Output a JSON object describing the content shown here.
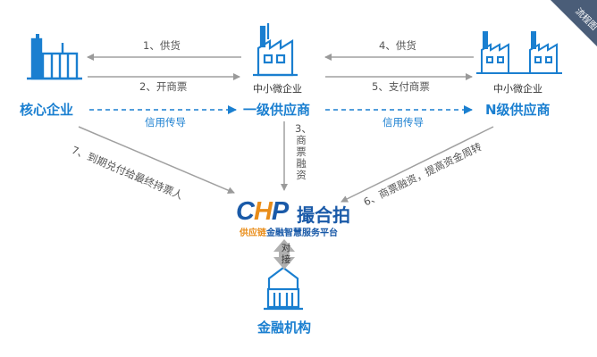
{
  "corner_tag": "流程图",
  "nodes": {
    "core": "核心企业",
    "tier1_small": "中小微企业",
    "tier1": "一级供应商",
    "tierN_small": "中小微企业",
    "tierN": "N级供应商",
    "bank": "金融机构"
  },
  "edges": {
    "e1": "1、供货",
    "e2": "2、开商票",
    "e4": "4、供货",
    "e5": "5、支付商票",
    "credit1": "信用传导",
    "credit2": "信用传导",
    "e3": "3、商票融资",
    "e6": "6、商票融资，提高资金周转",
    "e7": "7、到期兑付给最终持票人",
    "dock": "对接"
  },
  "platform": {
    "logo_c": "C",
    "logo_h": "H",
    "logo_p": "P",
    "brand": "撮合拍",
    "tagline_highlight": "供应链",
    "tagline_rest": "金融智慧服务平台"
  },
  "colors": {
    "accent": "#1a7fd0",
    "arrow_gray": "#a0a0a0",
    "logo_orange": "#e98d1a",
    "logo_blue": "#1a5aa8"
  }
}
